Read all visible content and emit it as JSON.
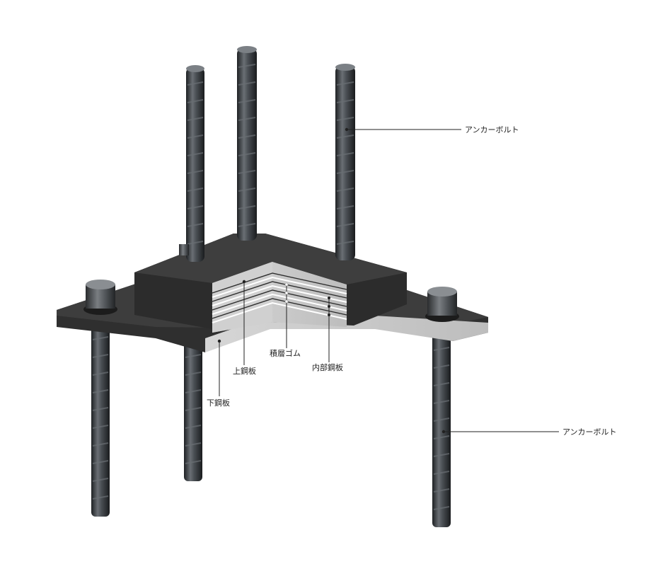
{
  "labels": {
    "anchor_bolt_upper": "アンカーボルト",
    "anchor_bolt_lower": "アンカーボルト",
    "laminated_rubber": "積層ゴム",
    "inner_steel_plate": "内部鋼板",
    "upper_steel_plate": "上鋼板",
    "lower_steel_plate": "下鋼板"
  },
  "colors": {
    "steel_dark": "#3a3d40",
    "plate_top": "#3e3e3e",
    "plate_side": "#2a2a2a",
    "rubber_cut": "#c8c8c8",
    "leader_line": "#222222"
  }
}
